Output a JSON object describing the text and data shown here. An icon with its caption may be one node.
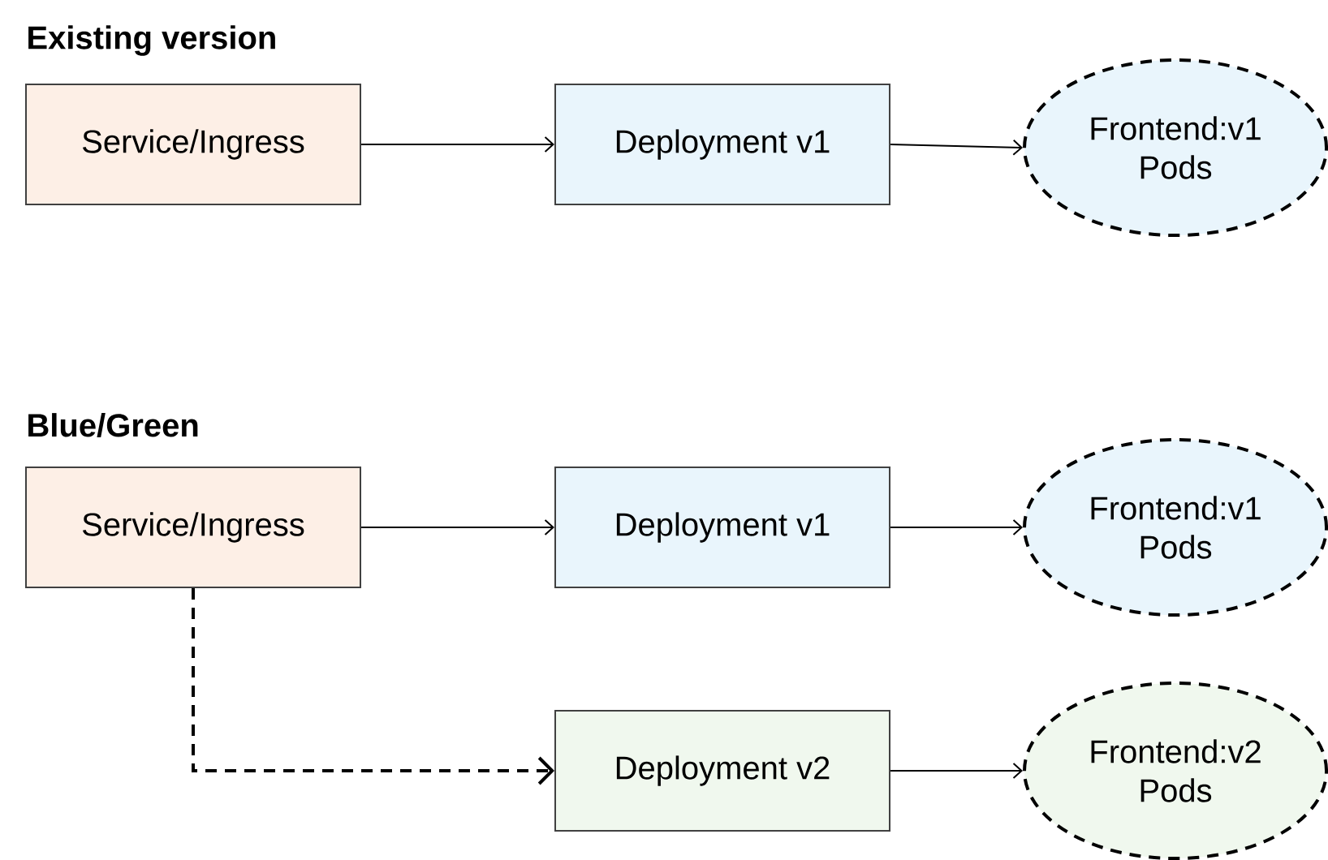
{
  "diagram": {
    "nodes": [
      {
        "text": [
          "Service/Ingress"
        ]
      },
      {
        "text": [
          "Deployment v1"
        ]
      },
      {
        "text": [
          "Frontend:v1 Pods"
        ]
      },
      {
        "text": [
          "Service/Ingress"
        ]
      },
      {
        "text": [
          "Deployment v1"
        ]
      },
      {
        "text": [
          "Frontend:v1 Pods"
        ]
      },
      {
        "text": [
          "Deployment v2"
        ]
      },
      {
        "text": [
          "Frontend:v2 Pods"
        ]
      }
    ],
    "edges": [
      {
        "from": 0,
        "to": 1,
        "arrow": "to"
      },
      {
        "from": 1,
        "to": 2,
        "arrow": "to"
      },
      {
        "from": 3,
        "to": 4,
        "arrow": "to"
      },
      {
        "from": 4,
        "to": 5,
        "arrow": "to"
      },
      {
        "from": 3,
        "to": 6,
        "arrow": "to",
        "style": "dashed"
      },
      {
        "from": 6,
        "to": 7,
        "arrow": "to"
      }
    ],
    "labels": [
      "Existing version",
      "Blue/Green"
    ]
  }
}
